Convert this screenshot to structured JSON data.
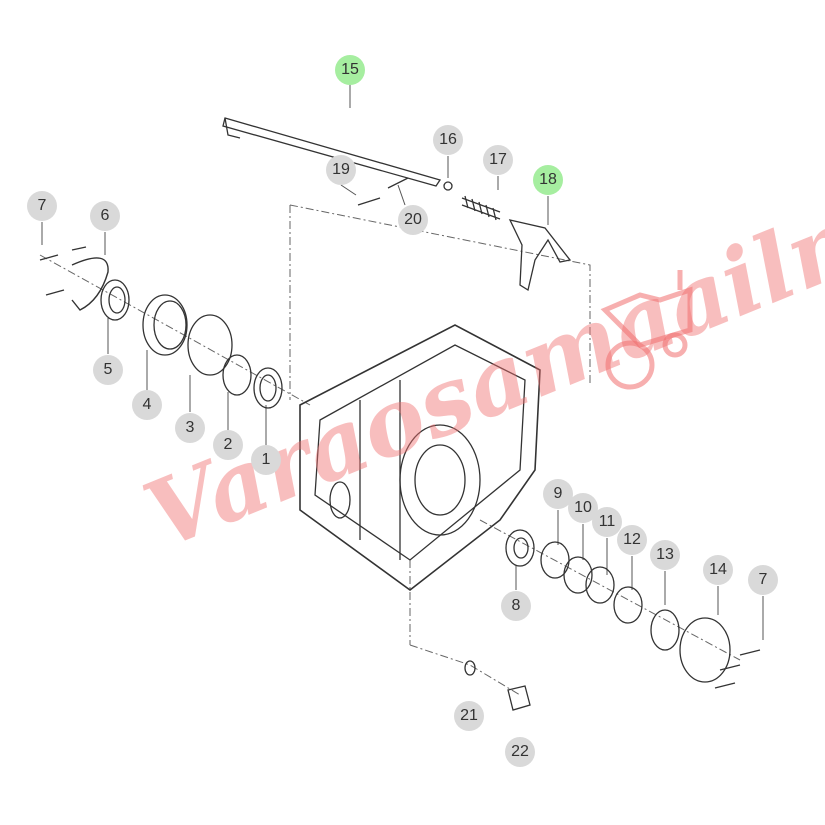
{
  "diagram": {
    "watermark_text": "Varaosamaailma",
    "highlight_color": "#a6eea0",
    "callout_color": "#d9d9d9",
    "callouts": [
      {
        "label": "15",
        "highlighted": true
      },
      {
        "label": "16",
        "highlighted": false
      },
      {
        "label": "17",
        "highlighted": false
      },
      {
        "label": "18",
        "highlighted": true
      },
      {
        "label": "19",
        "highlighted": false
      },
      {
        "label": "20",
        "highlighted": false
      },
      {
        "label": "7",
        "highlighted": false
      },
      {
        "label": "6",
        "highlighted": false
      },
      {
        "label": "5",
        "highlighted": false
      },
      {
        "label": "4",
        "highlighted": false
      },
      {
        "label": "3",
        "highlighted": false
      },
      {
        "label": "2",
        "highlighted": false
      },
      {
        "label": "1",
        "highlighted": false
      },
      {
        "label": "9",
        "highlighted": false
      },
      {
        "label": "10",
        "highlighted": false
      },
      {
        "label": "11",
        "highlighted": false
      },
      {
        "label": "12",
        "highlighted": false
      },
      {
        "label": "13",
        "highlighted": false
      },
      {
        "label": "14",
        "highlighted": false
      },
      {
        "label": "7",
        "highlighted": false
      },
      {
        "label": "8",
        "highlighted": false
      },
      {
        "label": "21",
        "highlighted": false
      },
      {
        "label": "22",
        "highlighted": false
      }
    ]
  }
}
